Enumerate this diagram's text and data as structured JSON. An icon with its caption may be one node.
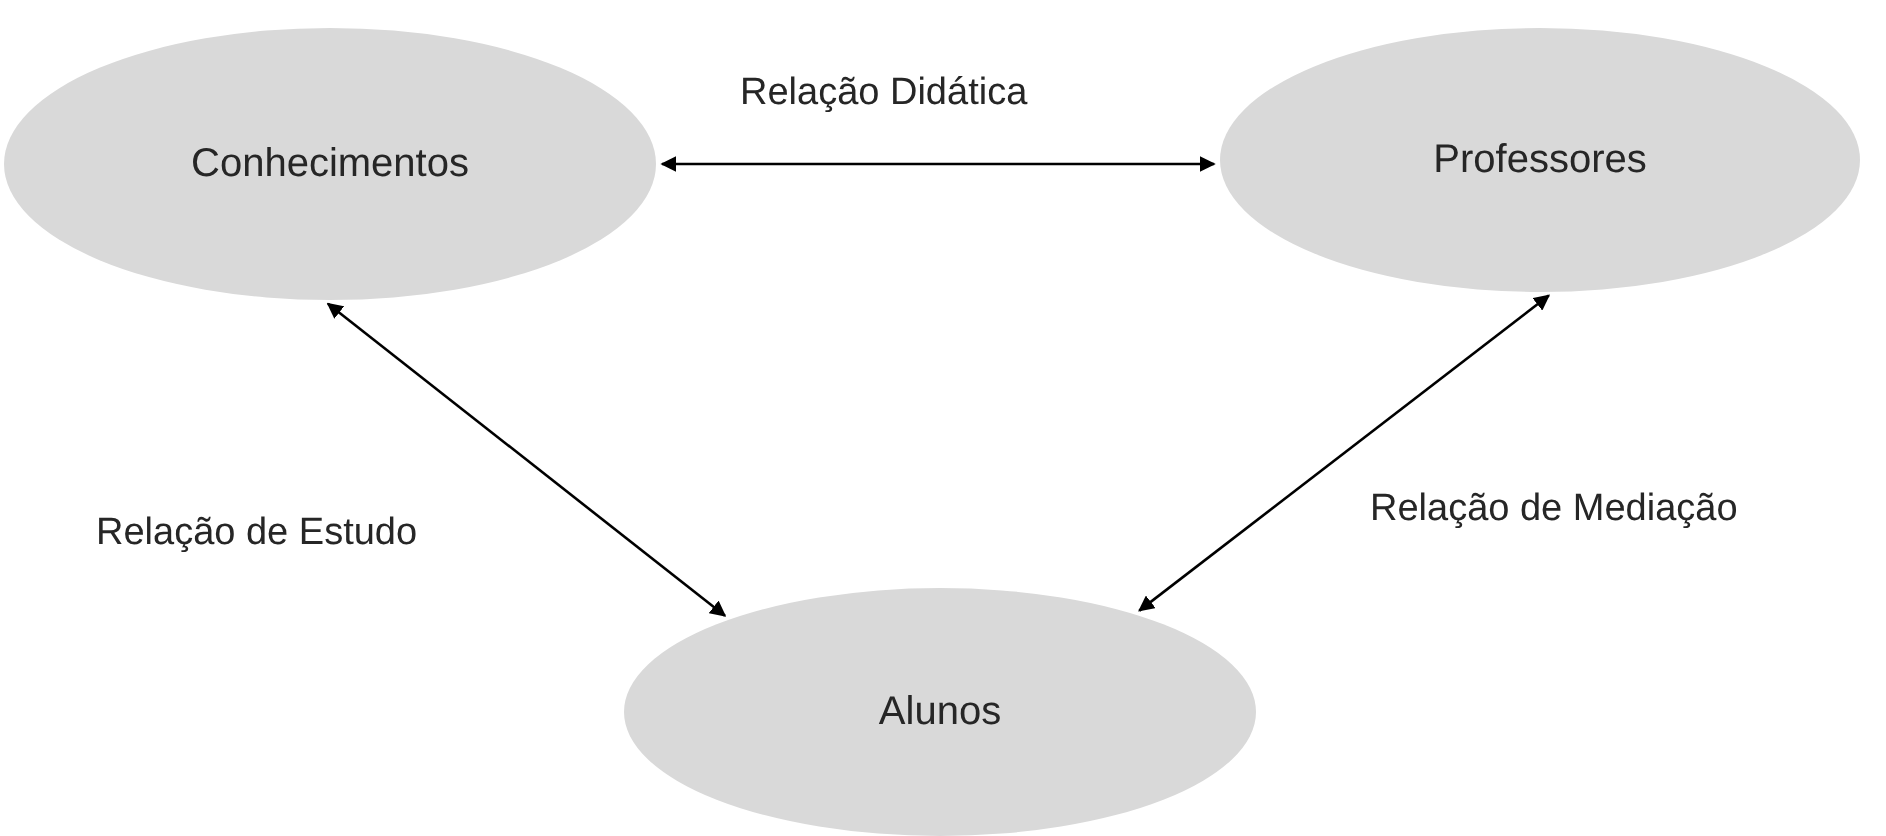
{
  "diagram": {
    "nodes": [
      {
        "text": [
          "Conhecimentos"
        ]
      },
      {
        "text": [
          "Professores"
        ]
      },
      {
        "text": [
          "Alunos"
        ]
      }
    ],
    "edges": [
      {
        "from": 0,
        "to": 1,
        "arrow": "both",
        "label": "Relação Didática"
      },
      {
        "from": 0,
        "to": 2,
        "arrow": "both",
        "label": "Relação de Estudo"
      },
      {
        "from": 1,
        "to": 2,
        "arrow": "both",
        "label": "Relação de Mediação"
      }
    ]
  }
}
